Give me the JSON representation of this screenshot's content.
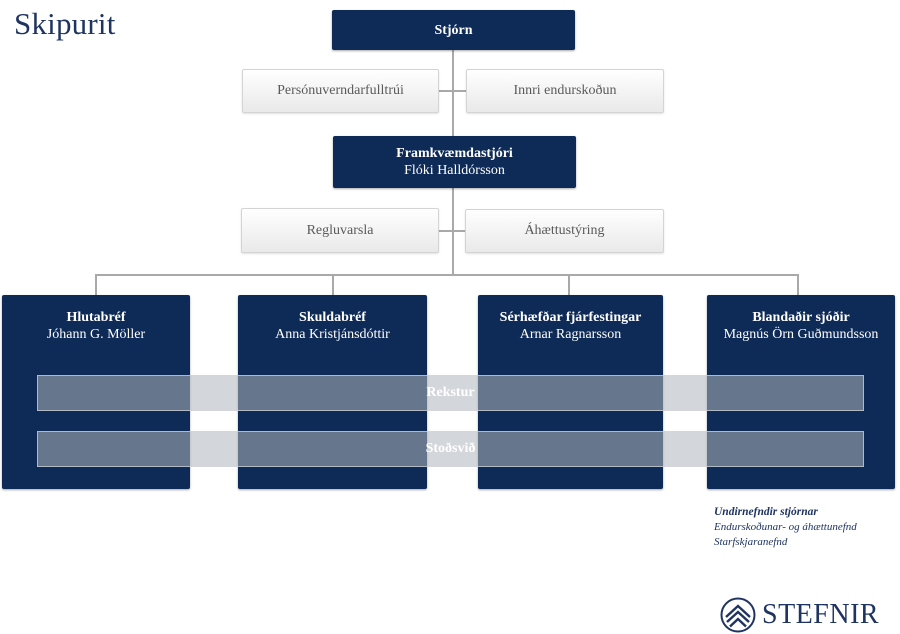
{
  "title": "Skipurit",
  "board": {
    "label": "Stjórn"
  },
  "board_staff": [
    {
      "label": "Persónuverndarfulltrúi"
    },
    {
      "label": "Innri endurskoðun"
    }
  ],
  "ceo": {
    "title": "Framkvæmdastjóri",
    "name": "Flóki Halldórsson"
  },
  "ceo_staff": [
    {
      "label": "Regluvarsla"
    },
    {
      "label": "Áhættustýring"
    }
  ],
  "departments": [
    {
      "title": "Hlutabréf",
      "name": "Jóhann G. Möller"
    },
    {
      "title": "Skuldabréf",
      "name": "Anna Kristjánsdóttir"
    },
    {
      "title": "Sérhæfðar fjárfestingar",
      "name": "Arnar Ragnarsson"
    },
    {
      "title": "Blandaðir sjóðir",
      "name": "Magnús Örn Guðmundsson"
    }
  ],
  "bands": [
    {
      "label": "Rekstur"
    },
    {
      "label": "Stoðsvið"
    }
  ],
  "committees": {
    "heading": "Undirnefndir stjórnar",
    "items": [
      "Endurskoðunar- og áhættunefnd",
      "Starfskjaranefnd"
    ]
  },
  "logo": {
    "text": "STEFNIR",
    "icon": "stefnir-logo-icon"
  },
  "colors": {
    "dark_box": "#0e2a56",
    "title": "#1f3461",
    "connector": "#a9a9a9"
  }
}
